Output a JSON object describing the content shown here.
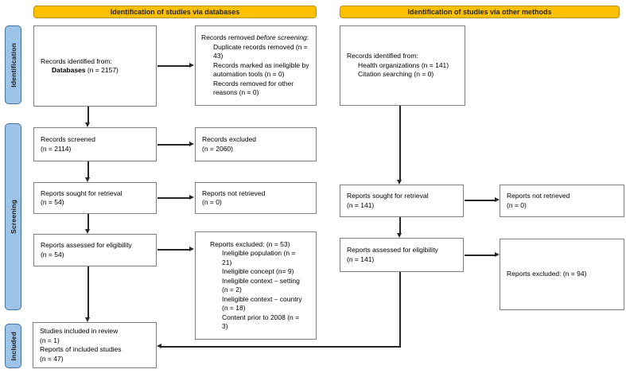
{
  "colors": {
    "header_fill": "#FFC000",
    "header_border": "#BF9000",
    "tab_fill": "#9DC3E6",
    "tab_border": "#41719C",
    "box_border": "#808080",
    "arrow_color": "#262626"
  },
  "headers": {
    "databases": "Identification of studies via databases",
    "other_methods": "Identification of studies via other methods"
  },
  "sidebar": {
    "identification": "Identification",
    "screening": "Screening",
    "included": "Included"
  },
  "boxes": {
    "records_identified_db": {
      "line1": "Records identified from:",
      "source_label": "Databases",
      "source_count": " (n = 2157)"
    },
    "records_removed": {
      "title_prefix": "Records removed ",
      "title_italic": "before screening",
      "title_suffix": ":",
      "items": [
        "Duplicate records removed (n = 43)",
        "Records marked as ineligible by automation tools (n = 0)",
        "Records removed for other reasons (n = 0)"
      ]
    },
    "records_screened": {
      "line1": "Records screened",
      "line2": "(n = 2114)"
    },
    "records_excluded": {
      "line1": "Records excluded",
      "line2": "(n = 2060)"
    },
    "reports_sought_db": {
      "line1": "Reports sought for retrieval",
      "line2": "(n = 54)"
    },
    "reports_not_retrieved_db": {
      "line1": "Reports not retrieved",
      "line2": "(n = 0)"
    },
    "reports_assessed_db": {
      "line1": "Reports assessed for eligibility",
      "line2": "(n = 54)"
    },
    "reports_excluded_db": {
      "title": "Reports excluded: (n = 53)",
      "items": [
        "Ineligible population (n = 21)",
        "Ineligible concept (n= 9)",
        "Ineligible context – setting (n = 2)",
        "Ineligible context – country (n = 18)",
        "Content prior to 2008 (n = 3)"
      ]
    },
    "studies_included": {
      "line1": "Studies included in review",
      "line2": "(n = 1)",
      "line3": "Reports of included studies",
      "line4": "(n = 47)"
    },
    "records_identified_other": {
      "title": "Records identified from:",
      "items": [
        "Health organizations (n = 141)",
        "Citation searching (n = 0)"
      ]
    },
    "reports_sought_other": {
      "line1": "Reports sought for retrieval",
      "line2": "(n = 141)"
    },
    "reports_not_retrieved_other": {
      "line1": "Reports not retrieved",
      "line2": "(n = 0)"
    },
    "reports_assessed_other": {
      "line1": "Reports assessed for eligibility",
      "line2": "(n = 141)"
    },
    "reports_excluded_other": {
      "title": "Reports excluded: (n = 94)"
    }
  }
}
